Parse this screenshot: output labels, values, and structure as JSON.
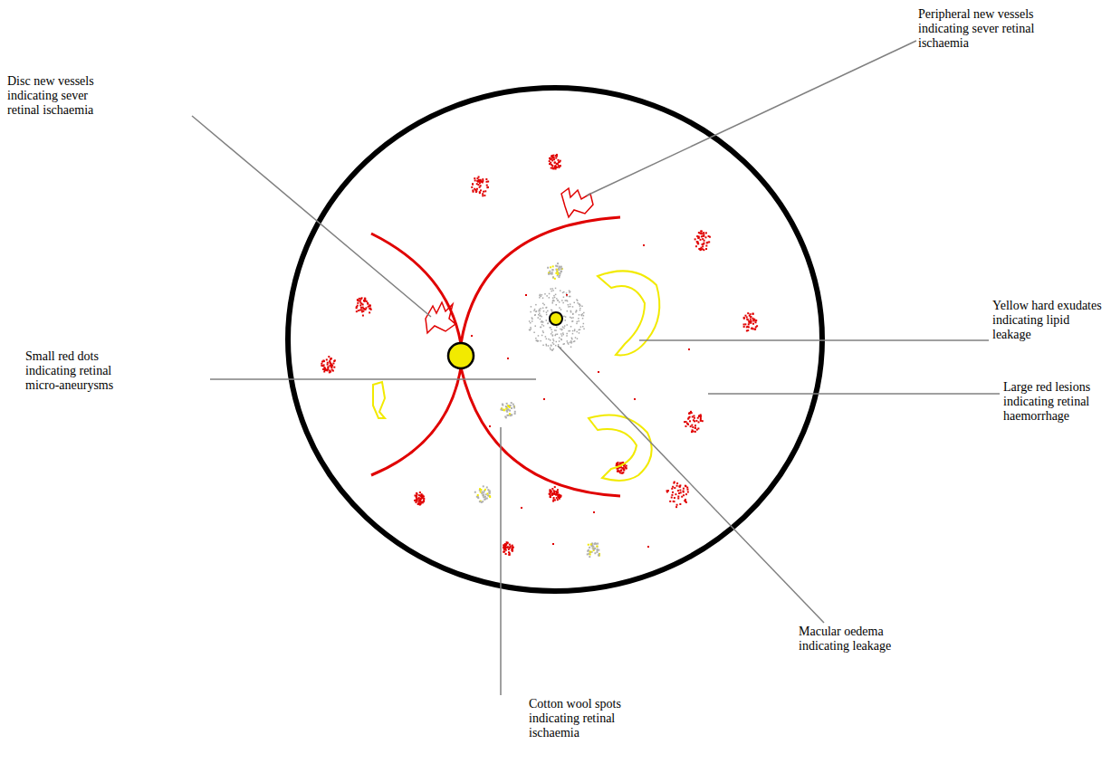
{
  "diagram": {
    "labels": [
      "Disc new vessels indicating sever retinal ischaemia",
      "Peripheral new vessels indicating sever retinal ischaemia",
      "Small red dots indicating retinal micro-aneurysms",
      "Yellow hard exudates indicating lipid leakage",
      "Large red lesions indicating retinal haemorrhage",
      "Macular oedema indicating leakage",
      "Cotton wool spots indicating retinal ischaemia"
    ]
  }
}
